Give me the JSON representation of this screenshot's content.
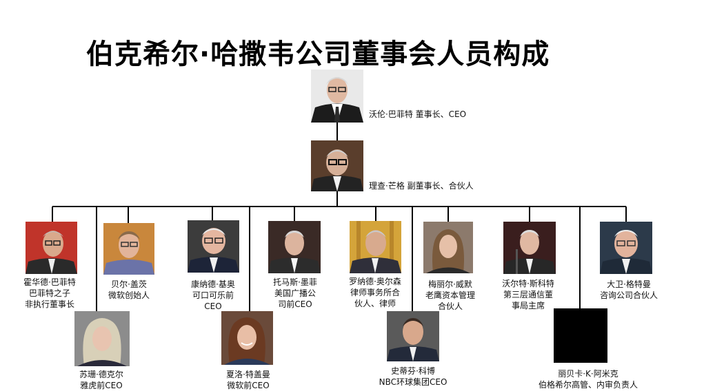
{
  "title": "伯克希尔·哈撒韦公司董事会人员构成",
  "colors": {
    "line": "#000000",
    "text": "#111111",
    "background": "#ffffff"
  },
  "top": [
    {
      "name": "沃伦·巴菲特",
      "role": "董事长、CEO"
    },
    {
      "name": "理查·芒格",
      "role": "副董事长、合伙人"
    }
  ],
  "row1": [
    {
      "lines": [
        "霍华德·巴菲特",
        "巴菲特之子",
        "非执行董事长"
      ]
    },
    {
      "lines": [
        "贝尔·盖茨",
        "微软创始人"
      ]
    },
    {
      "lines": [
        "康纳德·基奥",
        "可口可乐前",
        "CEO"
      ]
    },
    {
      "lines": [
        "托马斯·墨菲",
        "美国广播公",
        "司前CEO"
      ]
    },
    {
      "lines": [
        "罗纳德·奥尔森",
        "律师事务所合",
        "伙人、律师"
      ]
    },
    {
      "lines": [
        "梅丽尔·威默",
        "老鹰资本管理",
        "合伙人"
      ]
    },
    {
      "lines": [
        "沃尔特·斯科特",
        "第三层通信董",
        "事局主席"
      ]
    },
    {
      "lines": [
        "大卫·格特曼",
        "咨询公司合伙人"
      ]
    }
  ],
  "row2": [
    {
      "lines": [
        "苏珊·德克尔",
        "雅虎前CEO"
      ]
    },
    {
      "lines": [
        "夏洛·特盖曼",
        "微软前CEO"
      ]
    },
    {
      "lines": [
        "史蒂芬·科博",
        "NBC环球集团CEO"
      ]
    },
    {
      "lines": [
        "丽贝卡·K·阿米克",
        "伯格希尔高管、内审负责人"
      ]
    }
  ]
}
